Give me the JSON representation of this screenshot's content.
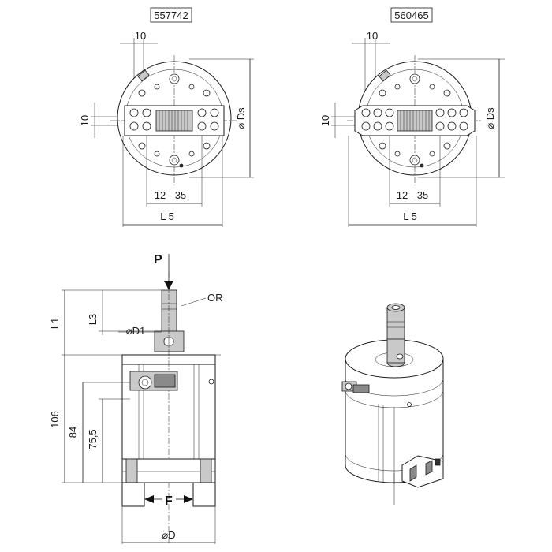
{
  "top_left": {
    "part_number": "557742",
    "dim_top": "10",
    "dim_left": "10",
    "dim_ds": "⌀ Ds",
    "dim_stroke": "12 - 35",
    "dim_length": "L 5"
  },
  "top_right": {
    "part_number": "560465",
    "dim_top": "10",
    "dim_left": "10",
    "dim_ds": "⌀ Ds",
    "dim_stroke": "12 - 35",
    "dim_length": "L 5"
  },
  "side_view": {
    "pressure_label": "P",
    "oring_label": "OR",
    "dim_l1": "L1",
    "dim_l3": "L3",
    "dim_d1": "⌀D1",
    "dim_106": "106",
    "dim_84": "84",
    "dim_755": "75,5",
    "force_label": "F",
    "dim_d": "⌀D"
  }
}
